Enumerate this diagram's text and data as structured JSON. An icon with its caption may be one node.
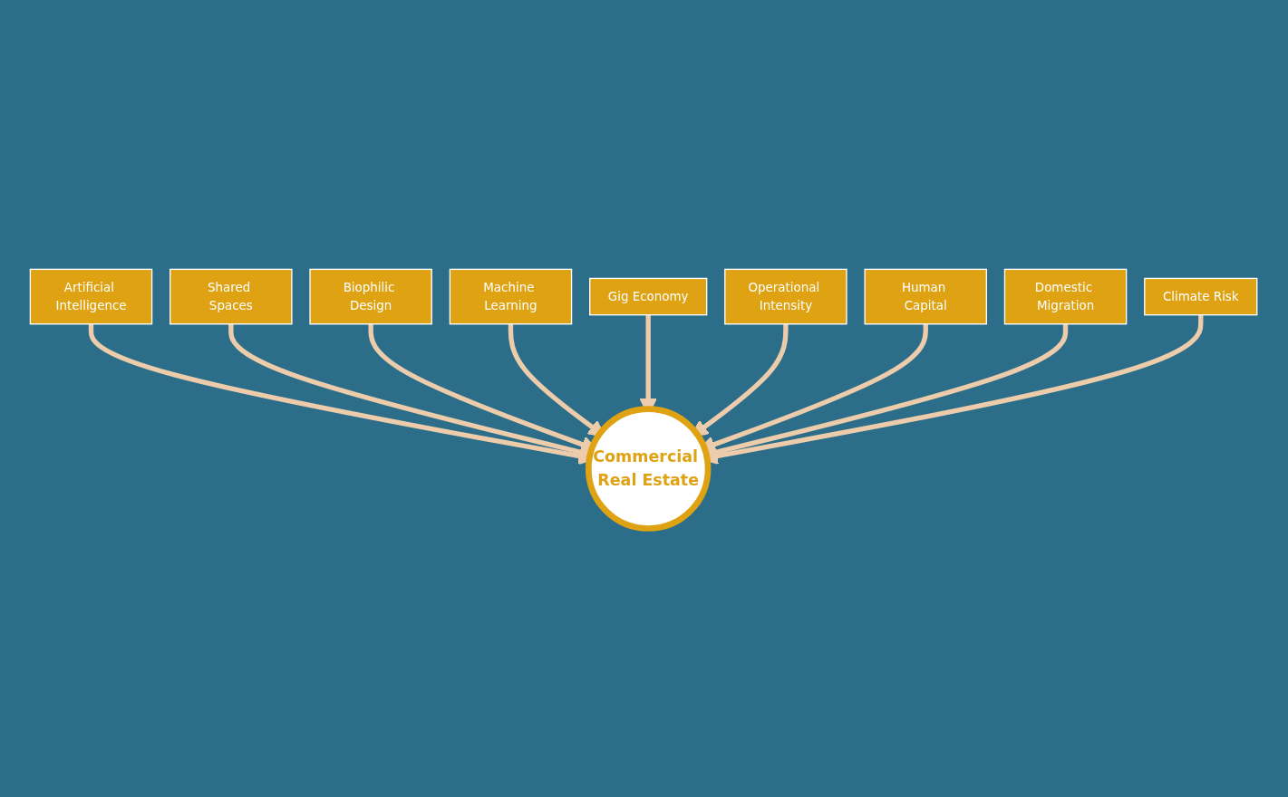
{
  "diagram": {
    "nodes": [
      {
        "text": [
          "Artificial Intelligence"
        ]
      },
      {
        "text": [
          "Shared Spaces"
        ]
      },
      {
        "text": [
          "Biophilic Design"
        ]
      },
      {
        "text": [
          "Machine Learning"
        ]
      },
      {
        "text": [
          "Gig Economy"
        ]
      },
      {
        "text": [
          "Operational Intensity"
        ]
      },
      {
        "text": [
          "Human Capital"
        ]
      },
      {
        "text": [
          "Domestic Migration"
        ]
      },
      {
        "text": [
          "Climate Risk"
        ]
      },
      {
        "text": [
          "Commercial Real Estate"
        ]
      }
    ],
    "edges": [
      {
        "from": 0,
        "to": 9,
        "arrow": "to"
      },
      {
        "from": 1,
        "to": 9,
        "arrow": "to"
      },
      {
        "from": 2,
        "to": 9,
        "arrow": "to"
      },
      {
        "from": 3,
        "to": 9,
        "arrow": "to"
      },
      {
        "from": 4,
        "to": 9,
        "arrow": "to"
      },
      {
        "from": 5,
        "to": 9,
        "arrow": "to"
      },
      {
        "from": 6,
        "to": 9,
        "arrow": "to"
      },
      {
        "from": 7,
        "to": 9,
        "arrow": "to"
      },
      {
        "from": 8,
        "to": 9,
        "arrow": "to"
      }
    ]
  }
}
